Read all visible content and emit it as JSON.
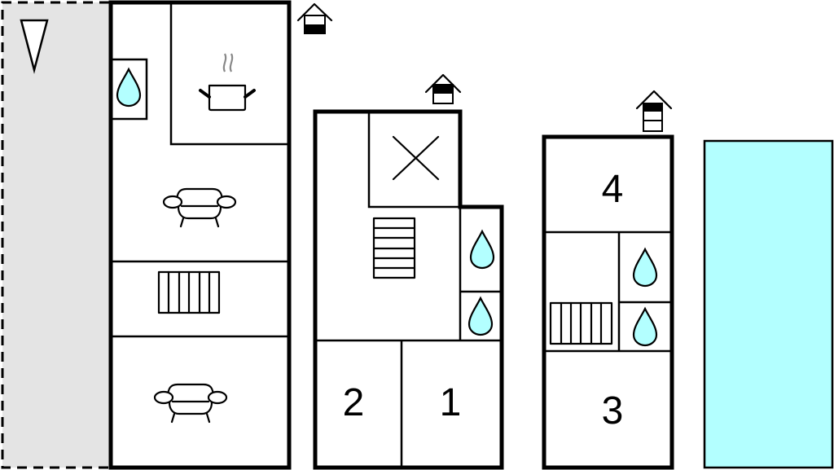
{
  "plan": {
    "colors": {
      "terrace": "#e4e4e4",
      "water": "#b3ffff",
      "pool": "#b3ffff",
      "wall": "#000000",
      "steam": "#888888"
    },
    "terrace": {
      "label": "terrace",
      "icon": "north-arrow-icon"
    },
    "buildings": [
      {
        "name": "ground-floor",
        "entrance_icon": "floor-indicator-icon",
        "entrance_level": "ground",
        "rooms": [
          {
            "name": "bathroom",
            "icon": "water-drop-icon"
          },
          {
            "name": "kitchen",
            "icon": "cooking-pot-icon"
          },
          {
            "name": "living-room",
            "icon": "sofa-icon"
          },
          {
            "name": "hallway-stairs",
            "icon": "stairs-icon"
          },
          {
            "name": "living-room-2",
            "icon": "sofa-icon"
          }
        ]
      },
      {
        "name": "first-floor",
        "entrance_icon": "floor-indicator-icon",
        "entrance_level": "first",
        "rooms": [
          {
            "name": "void",
            "icon": "void-cross-icon"
          },
          {
            "name": "landing",
            "icon": "stairs-icon"
          },
          {
            "name": "bathroom-a",
            "icon": "water-drop-icon"
          },
          {
            "name": "bathroom-b",
            "icon": "water-drop-icon"
          },
          {
            "name": "bedroom-2",
            "label": "2"
          },
          {
            "name": "bedroom-1",
            "label": "1"
          }
        ]
      },
      {
        "name": "second-floor",
        "entrance_icon": "floor-indicator-icon",
        "entrance_level": "second",
        "rooms": [
          {
            "name": "bedroom-4",
            "label": "4"
          },
          {
            "name": "landing",
            "icon": "stairs-icon"
          },
          {
            "name": "bathroom-a",
            "icon": "water-drop-icon"
          },
          {
            "name": "bathroom-b",
            "icon": "water-drop-icon"
          },
          {
            "name": "bedroom-3",
            "label": "3"
          }
        ]
      }
    ],
    "pool": {
      "label": "swimming-pool"
    }
  }
}
